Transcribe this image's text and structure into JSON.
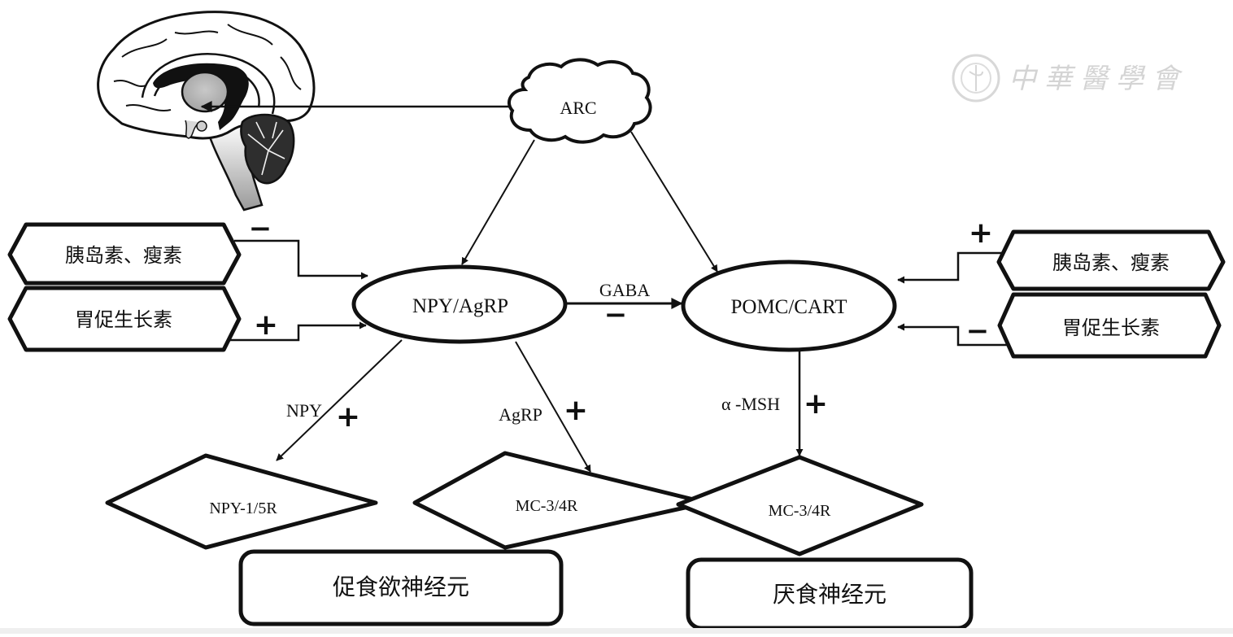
{
  "diagram": {
    "brain_label": "hypothalamus-brain-sagittal",
    "nodes": {
      "arc": "ARC",
      "npy_agrp": "NPY/AgRP",
      "pomc_cart": "POMC/CART",
      "left_insulin_leptin": "胰岛素、瘦素",
      "left_ghrelin": "胃促生长素",
      "right_insulin_leptin": "胰岛素、瘦素",
      "right_ghrelin": "胃促生长素",
      "npy_receptor": "NPY-1/5R",
      "mc_receptor_left": "MC-3/4R",
      "mc_receptor_right": "MC-3/4R",
      "orexigenic_neurons": "促食欲神经元",
      "anorexigenic_neurons": "厌食神经元"
    },
    "edge_labels": {
      "gaba": "GABA",
      "npy": "NPY",
      "agrp": "AgRP",
      "alpha_msh": "α -MSH"
    },
    "signs": {
      "left_insulin_leptin": "−",
      "left_ghrelin": "+",
      "right_insulin_leptin": "+",
      "right_ghrelin": "−",
      "gaba": "−",
      "npy": "+",
      "agrp": "+",
      "alpha_msh": "+"
    },
    "watermark": {
      "text": "中華醫學會"
    }
  }
}
